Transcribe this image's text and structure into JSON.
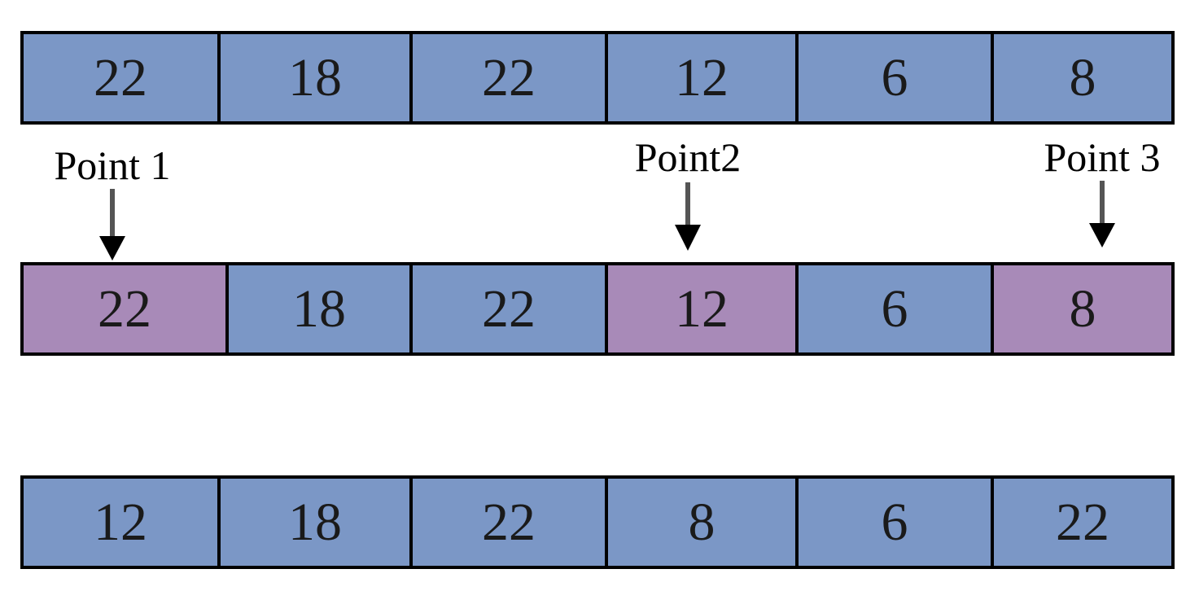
{
  "rows": {
    "original": {
      "cells": [
        "22",
        "18",
        "22",
        "12",
        "6",
        "8"
      ]
    },
    "marked": {
      "cells": [
        "22",
        "18",
        "22",
        "12",
        "6",
        "8"
      ]
    },
    "result": {
      "cells": [
        "12",
        "18",
        "22",
        "8",
        "6",
        "22"
      ]
    }
  },
  "pointers": [
    {
      "label": "Point 1"
    },
    {
      "label": "Point2"
    },
    {
      "label": "Point 3"
    }
  ],
  "colors": {
    "cell": "#7b97c6",
    "highlight": "#a88ab8",
    "border": "#000000",
    "arrow": "#555555"
  }
}
